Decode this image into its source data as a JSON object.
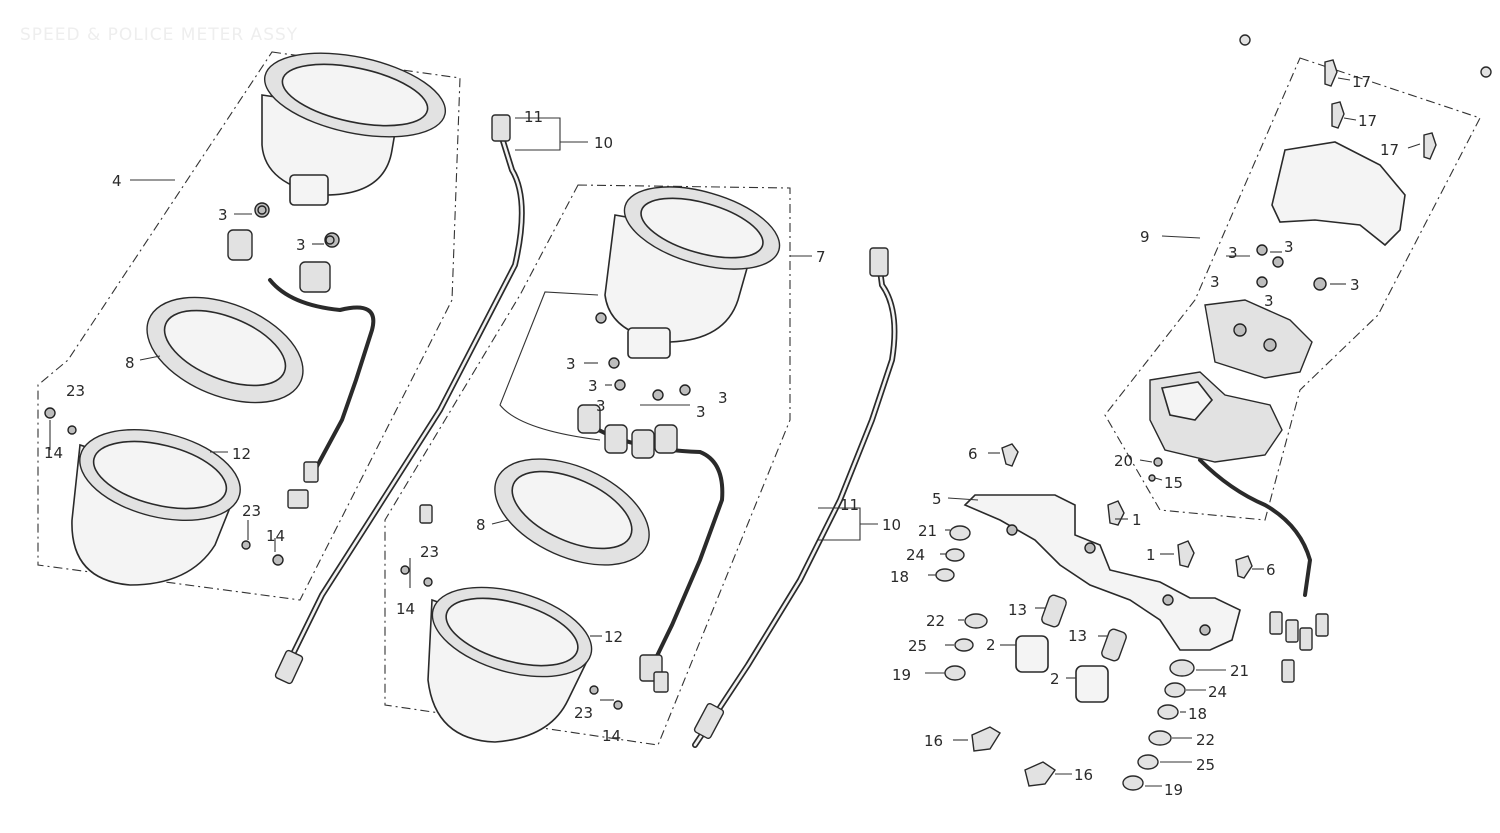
{
  "diagram": {
    "title": "SPEED & POLICE METER ASSY",
    "labels": {
      "l_4": "4",
      "l_3_a": "3",
      "l_3_b": "3",
      "l_8_a": "8",
      "l_23_a": "23",
      "l_14_a": "14",
      "l_12_a": "12",
      "l_23_b": "23",
      "l_14_b": "14",
      "l_11_a": "11",
      "l_10_a": "10",
      "l_7": "7",
      "l_3_c": "3",
      "l_3_d": "3",
      "l_3_e": "3",
      "l_3_f": "3",
      "l_3_g": "3",
      "l_8_b": "8",
      "l_23_c": "23",
      "l_14_c": "14",
      "l_12_b": "12",
      "l_23_d": "23",
      "l_14_d": "14",
      "l_11_b": "11",
      "l_10_b": "10",
      "l_6_a": "6",
      "l_5": "5",
      "l_1_a": "1",
      "l_1_b": "1",
      "l_6_b": "6",
      "l_21_a": "21",
      "l_24_a": "24",
      "l_18_a": "18",
      "l_22_a": "22",
      "l_25_a": "25",
      "l_19_a": "19",
      "l_13_a": "13",
      "l_13_b": "13",
      "l_2_a": "2",
      "l_2_b": "2",
      "l_21_b": "21",
      "l_24_b": "24",
      "l_18_b": "18",
      "l_22_b": "22",
      "l_25_b": "25",
      "l_19_b": "19",
      "l_16_a": "16",
      "l_16_b": "16",
      "l_17_a": "17",
      "l_17_b": "17",
      "l_17_c": "17",
      "l_9": "9",
      "l_3_h": "3",
      "l_3_i": "3",
      "l_3_j": "3",
      "l_3_k": "3",
      "l_3_l": "3",
      "l_20": "20",
      "l_15": "15"
    }
  }
}
